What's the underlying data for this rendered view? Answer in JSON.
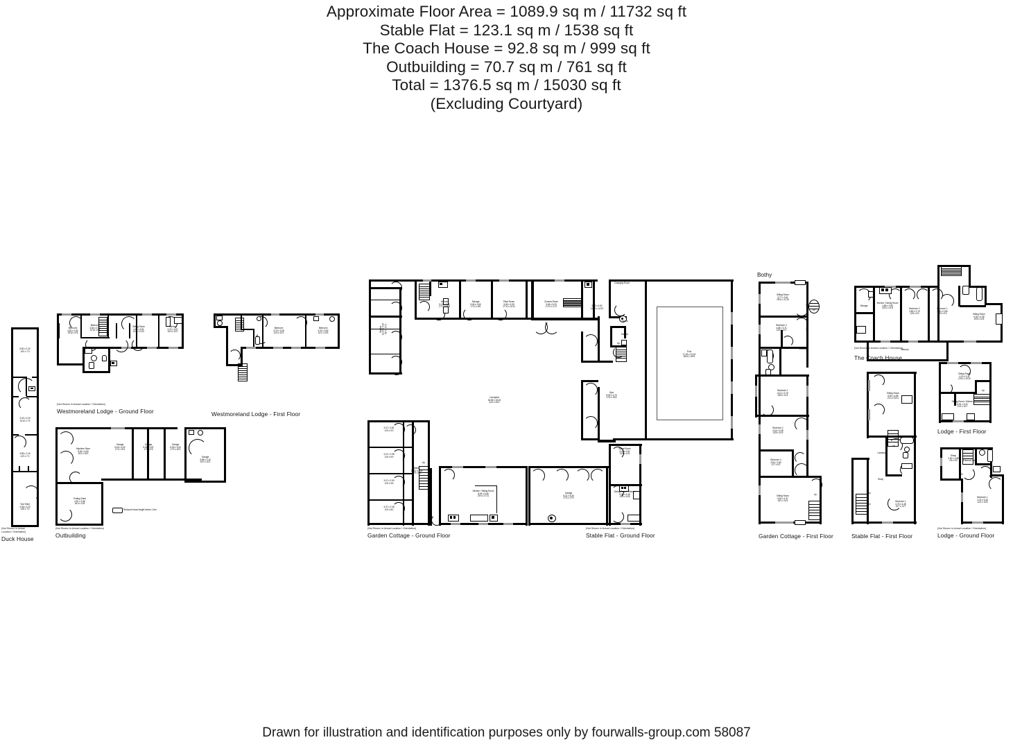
{
  "header": {
    "lines": [
      "Approximate Floor Area = 1089.9 sq m / 11732 sq ft",
      "Stable Flat = 123.1 sq m / 1538 sq ft",
      "The Coach House = 92.8 sq m / 999 sq ft",
      "Outbuilding = 70.7 sq m / 761 sq ft",
      "Total = 1376.5 sq m / 15030 sq ft",
      "(Excluding Courtyard)"
    ]
  },
  "footer": {
    "text": "Drawn for illustration and identification purposes only by fourwalls-group.com 58087"
  },
  "common": {
    "not_shown_note": "(Not Shown In Actual Location / Orientation)",
    "legend_reduced_head": "Reduced head height below 1.5m",
    "up": "Up",
    "dn": "Dn",
    "in": "IN"
  },
  "sections": {
    "duck_house": {
      "caption": "Duck House",
      "note_line1": "(Not Shown In Actual",
      "note_line2": "Location / Orientation)",
      "rooms": [
        {
          "name": "",
          "m": "5.80 x 2.20",
          "ft": "19'0 x 7'3"
        },
        {
          "name": "",
          "m": "3.29 x 2.20",
          "ft": "10'10 x 7'3"
        },
        {
          "name": "",
          "m": "3.85 x 2.19",
          "ft": "12'3 x 7'2"
        },
        {
          "name": "Tool Shed",
          "m": "4.45 x 2.23",
          "ft": "14'8 x 7'4"
        }
      ]
    },
    "westmoreland_ground": {
      "caption": "Westmoreland Lodge - Ground Floor",
      "rooms": [
        {
          "name": "Bedroom",
          "m": "4.82 x 2.82",
          "ft": "15'10 x 9'3"
        },
        {
          "name": "Bedroom",
          "m": "3.92 x 2.94",
          "ft": "12'10 x 9'8"
        },
        {
          "name": "Sitting Room",
          "m": "4.80 x 3.61",
          "ft": "15'9 x 11'10"
        },
        {
          "name": "Kitchen",
          "m": "4.79 x 3.67",
          "ft": "15'9 x 12'0"
        }
      ]
    },
    "westmoreland_first": {
      "caption": "Westmoreland Lodge - First Floor",
      "rooms": [
        {
          "name": "Bedroom",
          "m": "3.79 x 3.08",
          "ft": "12'5 x 10'1"
        },
        {
          "name": "Bedroom",
          "m": "4.29 x 3.82",
          "ft": "14'1 x 12'6"
        }
      ]
    },
    "outbuilding": {
      "caption": "Outbuilding",
      "rooms": [
        {
          "name": "Machine Store",
          "m": "8.94 x 4.63",
          "ft": "29'4 x 15'2"
        },
        {
          "name": "Garage",
          "m": "5.18 x 3.02",
          "ft": "17'0 x 9'11"
        },
        {
          "name": "Garage",
          "m": "5.18 x 2.87",
          "ft": "17'0 x 9'5"
        },
        {
          "name": "Garage",
          "m": "5.18 x 3.04",
          "ft": "17'0 x 10'0"
        },
        {
          "name": "Garage",
          "m": "5.85 x 3.10",
          "ft": "19'2 x 10'2"
        },
        {
          "name": "Potting Shed",
          "m": "4.87 x 3.56",
          "ft": "16'0 x 11'8"
        }
      ]
    },
    "main_house": {
      "rooms": [
        {
          "name": "Stables",
          "m": "12.60 x 5.40",
          "ft": "41'4 x 17'9"
        },
        {
          "name": "Kitchen",
          "m": "5.47 x 5.00",
          "ft": "17'11 x 16'5"
        },
        {
          "name": "Storage",
          "m": "5.45 x 2.60",
          "ft": "17'11 x 8'6"
        },
        {
          "name": "Plant Room",
          "m": "5.45 x 3.33",
          "ft": "17'11 x 10'11"
        },
        {
          "name": "Cinema Room",
          "m": "5.45 x 5.23",
          "ft": "17'11 x 17'2"
        },
        {
          "name": "Changing Room",
          "m": "",
          "ft": ""
        },
        {
          "name": "",
          "m": "5.12 x 4.52",
          "ft": "16'10 x 14'10"
        },
        {
          "name": "Sauna",
          "m": "",
          "ft": ""
        },
        {
          "name": "Shower",
          "m": "",
          "ft": ""
        },
        {
          "name": "Pool",
          "m": "17.03 x 12.01",
          "ft": "55'10 x 39'5"
        },
        {
          "name": "Gym",
          "m": "8.39 x 4.70",
          "ft": "27'6 x 15'5"
        },
        {
          "name": "Courtyard",
          "m": "18.69 x 15.02",
          "ft": "61'4 x 49'3"
        },
        {
          "name": "Garage",
          "m": "8.31 x 5.40",
          "ft": "27'3 x 17'9"
        }
      ]
    },
    "garden_cottage_ground": {
      "caption": "Garden Cottage - Ground Floor",
      "rooms": [
        {
          "name": "",
          "m": "3.47 x 2.81",
          "ft": "11'5 x 9'3"
        },
        {
          "name": "",
          "m": "3.47 x 2.98",
          "ft": "11'5 x 9'9"
        },
        {
          "name": "",
          "m": "3.47 x 2.90",
          "ft": "11'5 x 9'6"
        },
        {
          "name": "",
          "m": "3.47 x 2.45",
          "ft": "11'5 x 8'0"
        },
        {
          "name": "Stable",
          "m": "11.51 x 1.85",
          "ft": "37'9 x 6'1"
        },
        {
          "name": "Kitchen / Sitting Room",
          "m": "8.94 x 5.46",
          "ft": "29'4 x 17'11"
        }
      ]
    },
    "stable_flat_ground": {
      "caption": "Stable Flat - Ground Floor",
      "rooms": [
        {
          "name": "Spare Room",
          "m": "4.46 x 3.51",
          "ft": "14'8 x 11'6"
        },
        {
          "name": "Dining Room / Kitchen",
          "m": "5.94 x 4.46",
          "ft": "19'6 x 14'8"
        }
      ]
    },
    "garden_cottage_first": {
      "title": "Bothy",
      "caption": "Garden Cottage - First Floor",
      "rooms": [
        {
          "name": "Sitting Room",
          "m": "5.77 x 3.61",
          "ft": "18'11 x 11'10"
        },
        {
          "name": "Bedroom 3",
          "m": "4.08 x 3.71",
          "ft": "13'5 x 12'2"
        },
        {
          "name": "Landing",
          "m": "",
          "ft": ""
        },
        {
          "name": "Bedroom 1",
          "m": "8.12 x 3.75",
          "ft": "26'8 x 12'4"
        },
        {
          "name": "Bedroom 2",
          "m": "4.16 x 3.28",
          "ft": "13'8 x 10'9"
        },
        {
          "name": "Bedroom 4",
          "m": "3.52 x 2.80",
          "ft": "11'7 x 9'2"
        },
        {
          "name": "Sitting Room",
          "m": "5.52 x 4.37",
          "ft": "18'1 x 14'4"
        }
      ]
    },
    "stable_flat_first": {
      "caption": "Stable Flat - First Floor",
      "rooms": [
        {
          "name": "Sitting Room",
          "m": "6.50 x 4.85",
          "ft": "21'4 x 15'11"
        },
        {
          "name": "Landing",
          "m": "",
          "ft": ""
        },
        {
          "name": "Study",
          "m": "",
          "ft": ""
        },
        {
          "name": "Bedroom 1",
          "m": "4.75 x 4.45",
          "ft": "15'7 x 14'7"
        }
      ]
    },
    "coach_house": {
      "caption": "The Coach House",
      "rooms": [
        {
          "name": "Storage",
          "m": "",
          "ft": ""
        },
        {
          "name": "Kitchen / Dining Room",
          "m": "4.85 x 3.55",
          "ft": "15'11 x 11'8"
        },
        {
          "name": "Bedroom 2",
          "m": "3.80 x 2.79",
          "ft": "12'6 x 9'2"
        },
        {
          "name": "Bedroom 1",
          "m": "3.80 x 2.80",
          "ft": "12'6 x 9'2"
        },
        {
          "name": "Sitting Room",
          "m": "6.00 x 4.38",
          "ft": "19'8 x 14'4"
        },
        {
          "name": "Balcony",
          "m": "",
          "ft": ""
        }
      ]
    },
    "lodge_first": {
      "caption": "Lodge - First Floor",
      "rooms": [
        {
          "name": "Sitting Room",
          "m": "4.23 x 3.31",
          "ft": "13'11 x 10'10"
        },
        {
          "name": "Dining Room / Kitchen",
          "m": "6.51 x 3.22",
          "ft": "21'4 x 10'7"
        }
      ]
    },
    "lodge_ground": {
      "caption": "Lodge - Ground Floor",
      "rooms": [
        {
          "name": "Study",
          "m": "2.90 x 2.88",
          "ft": "9'6 x 9'5"
        },
        {
          "name": "Entrance Hall",
          "m": "",
          "ft": ""
        },
        {
          "name": "Bedroom 1",
          "m": "3.75 x 3.26",
          "ft": "12'4 x 10'8"
        }
      ]
    }
  }
}
